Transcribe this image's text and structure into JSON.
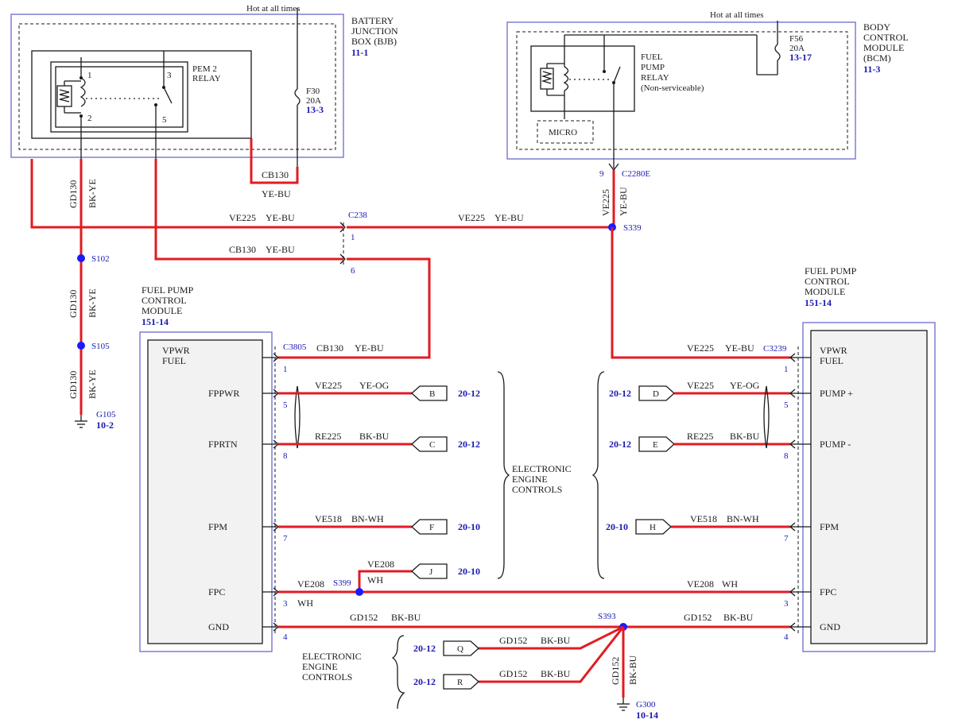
{
  "colors": {
    "wire": "#e21b23",
    "node": "#1a1aff",
    "frame": "#6a6ad0",
    "ref": "#1a1ab0"
  },
  "bjb": {
    "hot_label": "Hot at all times",
    "title_lines": [
      "BATTERY",
      "JUNCTION",
      "BOX (BJB)"
    ],
    "ref": "11-1",
    "relay_lines": [
      "PEM 2",
      "RELAY"
    ],
    "pin1": "1",
    "pin2": "2",
    "pin3": "3",
    "pin5": "5",
    "fuse_name": "F30",
    "fuse_rating": "20A",
    "fuse_ref": "13-3"
  },
  "bcm": {
    "hot_label": "Hot at all times",
    "title_lines": [
      "BODY",
      "CONTROL",
      "MODULE",
      "(BCM)"
    ],
    "ref": "11-3",
    "fuse_name": "F56",
    "fuse_rating": "20A",
    "fuse_ref": "13-17",
    "relay_lines": [
      "FUEL",
      "PUMP",
      "RELAY",
      "(Non-serviceable)"
    ],
    "micro": "MICRO",
    "pin": "9",
    "connector": "C2280E"
  },
  "wires": {
    "cb130_top": "CB130",
    "ye_bu": "YE-BU",
    "gd130": "GD130",
    "bk_ye": "BK-YE",
    "ve225": "VE225",
    "ve225_bcm_color": "YE-BU",
    "cb130": "CB130",
    "ve225_og": "YE-OG",
    "re225": "RE225",
    "bk_bu": "BK-BU",
    "ve518": "VE518",
    "bn_wh": "BN-WH",
    "ve208": "VE208",
    "wh": "WH",
    "gd152": "GD152"
  },
  "connectors": {
    "c238": "C238",
    "c238_pin1": "1",
    "c238_pin6": "6",
    "c3805": "C3805",
    "c3239": "C3239"
  },
  "splices": {
    "s102": "S102",
    "s105": "S105",
    "s339": "S339",
    "s399": "S399",
    "s393": "S393"
  },
  "grounds": {
    "g105": "G105",
    "g105_ref": "10-2",
    "g300": "G300",
    "g300_ref": "10-14"
  },
  "left_module": {
    "title_lines": [
      "FUEL PUMP",
      "CONTROL",
      "MODULE"
    ],
    "ref": "151-14",
    "pins": [
      {
        "label_lines": [
          "VPWR",
          "FUEL"
        ],
        "num": "1"
      },
      {
        "label_lines": [
          "FPPWR"
        ],
        "num": "5"
      },
      {
        "label_lines": [
          "FPRTN"
        ],
        "num": "8"
      },
      {
        "label_lines": [
          "FPM"
        ],
        "num": "7"
      },
      {
        "label_lines": [
          "FPC"
        ],
        "num": "3"
      },
      {
        "label_lines": [
          "GND"
        ],
        "num": "4"
      }
    ]
  },
  "right_module": {
    "title_lines": [
      "FUEL PUMP",
      "CONTROL",
      "MODULE"
    ],
    "ref": "151-14",
    "pins": [
      {
        "label_lines": [
          "VPWR",
          "FUEL"
        ],
        "num": "1"
      },
      {
        "label_lines": [
          "PUMP +"
        ],
        "num": "5"
      },
      {
        "label_lines": [
          "PUMP -"
        ],
        "num": "8"
      },
      {
        "label_lines": [
          "FPM"
        ],
        "num": "7"
      },
      {
        "label_lines": [
          "FPC"
        ],
        "num": "3"
      },
      {
        "label_lines": [
          "GND"
        ],
        "num": "4"
      }
    ]
  },
  "flags": {
    "B": {
      "letter": "B",
      "ref": "20-12"
    },
    "C": {
      "letter": "C",
      "ref": "20-12"
    },
    "F": {
      "letter": "F",
      "ref": "20-10"
    },
    "J": {
      "letter": "J",
      "ref": "20-10"
    },
    "D": {
      "letter": "D",
      "ref": "20-12"
    },
    "E": {
      "letter": "E",
      "ref": "20-12"
    },
    "H": {
      "letter": "H",
      "ref": "20-10"
    },
    "Q": {
      "letter": "Q",
      "ref": "20-12"
    },
    "R": {
      "letter": "R",
      "ref": "20-12"
    }
  },
  "eec_label_lines": [
    "ELECTRONIC",
    "ENGINE",
    "CONTROLS"
  ],
  "eec_label_bottom_lines": [
    "ELECTRONIC",
    "ENGINE",
    "CONTROLS"
  ]
}
